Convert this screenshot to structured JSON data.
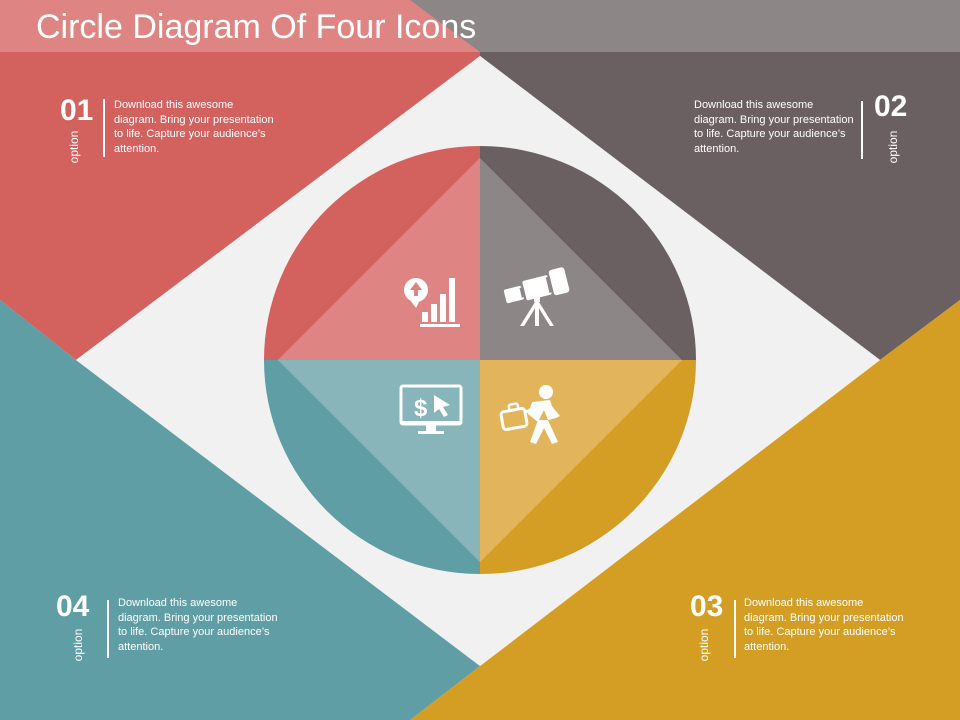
{
  "title": "Circle Diagram Of Four Icons",
  "colors": {
    "red": "#d3625f",
    "gray": "#6b6061",
    "teal": "#5f9ea4",
    "gold": "#d49e25",
    "background": "#f1f1f1"
  },
  "options": [
    {
      "number": "01",
      "word": "option",
      "text": "Download this awesome diagram. Bring your presentation to life. Capture your audience’s attention.",
      "icon": "bar-chart-upload-icon"
    },
    {
      "number": "02",
      "word": "option",
      "text": "Download this awesome diagram. Bring your presentation to life. Capture your audience’s attention.",
      "icon": "telescope-icon"
    },
    {
      "number": "03",
      "word": "option",
      "text": "Download this awesome diagram. Bring your presentation to life. Capture your audience’s attention.",
      "icon": "businessman-briefcase-icon"
    },
    {
      "number": "04",
      "word": "option",
      "text": "Download this awesome diagram. Bring your presentation to life. Capture your audience’s attention.",
      "icon": "monitor-dollar-icon"
    }
  ]
}
